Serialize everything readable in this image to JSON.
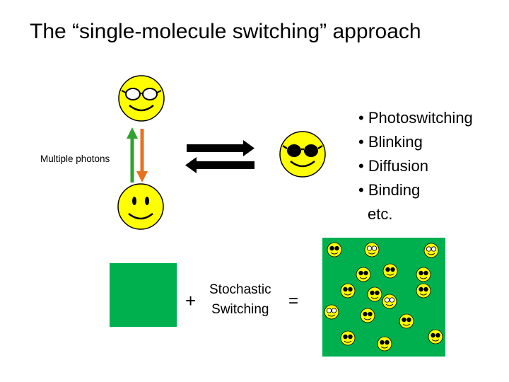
{
  "title": "The “single-molecule switching” approach",
  "left_label": "Multiple photons",
  "mechanisms": [
    "• Photoswitching",
    "• Blinking",
    "• Diffusion",
    "• Binding",
    "etc."
  ],
  "equation": {
    "plus": "+",
    "stochastic_line1": "Stochastic",
    "stochastic_line2": "Switching",
    "equals": "="
  },
  "colors": {
    "face": "#ffff00",
    "green": "#00b04f",
    "arrow_up": "#31a22e",
    "arrow_down": "#e8711d"
  },
  "icons": {
    "top_face": "smiley-clear-glasses-icon",
    "bottom_face": "smiley-icon",
    "right_face": "smiley-sunglasses-icon",
    "field_molecules": [
      "smiley-sunglasses-icon",
      "smiley-clear-glasses-icon"
    ]
  }
}
